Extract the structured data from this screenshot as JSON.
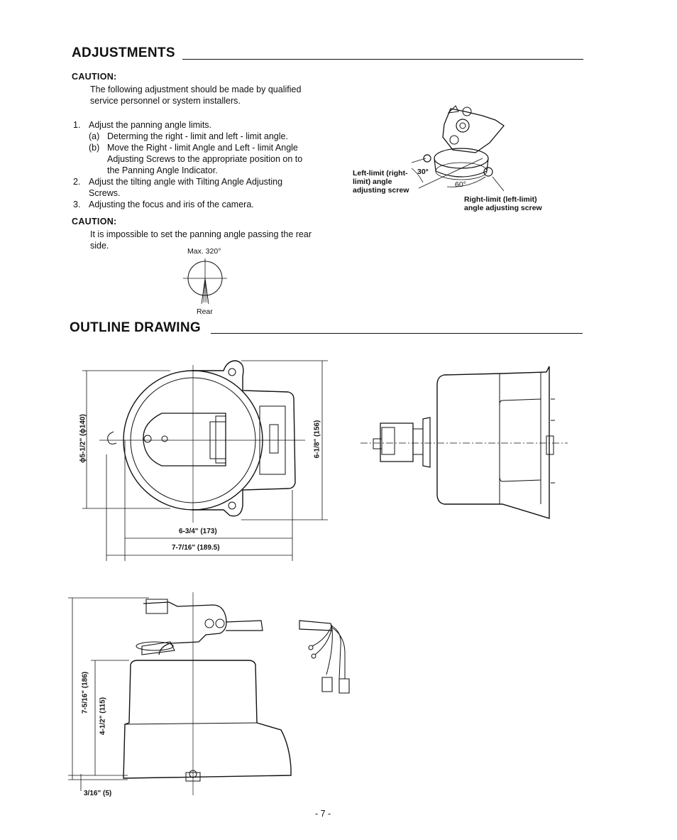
{
  "adjustments": {
    "heading": "ADJUSTMENTS",
    "caution1_label": "CAUTION:",
    "caution1_text": "The following adjustment should be made by qualified service personnel or system installers.",
    "steps": [
      {
        "num": "1.",
        "text": "Adjust the panning angle limits."
      },
      {
        "num": "(a)",
        "text": "Determing the right - limit and left - limit angle."
      },
      {
        "num": "(b)",
        "text": "Move the Right - limit Angle and Left - limit Angle Adjusting Screws to the appropriate position on to the Panning Angle Indicator."
      },
      {
        "num": "2.",
        "text": "Adjust the tilting angle with Tilting Angle Adjusting Screws."
      },
      {
        "num": "3.",
        "text": "Adjusting the focus and iris of the camera."
      }
    ],
    "caution2_label": "CAUTION:",
    "caution2_text": "It is impossible to set the panning angle passing the rear side.",
    "pan_diagram": {
      "max_label": "Max. 320°",
      "rear_label": "Rear"
    },
    "mount_diagram": {
      "left_label": "Left-limit (right-limit) angle adjusting screw",
      "right_label": "Right-limit (left-limit) angle adjusting screw",
      "angle1": "30°",
      "angle2": "60°"
    }
  },
  "outline": {
    "heading": "OUTLINE DRAWING",
    "dims": {
      "diameter": "ϕ5-1/2\" (ϕ140)",
      "height_top": "6-1/8\" (156)",
      "width_inner": "6-3/4\" (173)",
      "width_outer": "7-7/16\" (189.5)",
      "side_total": "7-5/16\" (186)",
      "side_body": "4-1/2\" (115)",
      "base": "3/16\" (5)"
    }
  },
  "footer": {
    "page": "- 7 -"
  }
}
